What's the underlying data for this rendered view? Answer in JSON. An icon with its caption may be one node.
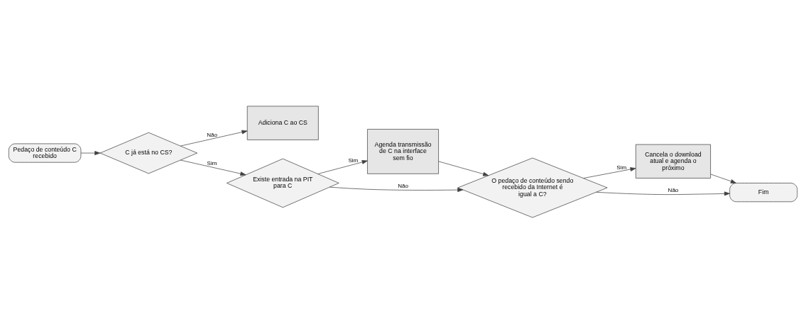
{
  "diagram": {
    "nodes": [
      {
        "text": [
          "Pedaço de conteúdo C recebido"
        ]
      },
      {
        "text": [
          "C já está no CS?"
        ]
      },
      {
        "text": [
          "Adiciona C ao CS"
        ]
      },
      {
        "text": [
          "Existe entrada na PIT para C"
        ]
      },
      {
        "text": [
          "Agenda transmissão de C na interface sem fio"
        ]
      },
      {
        "text": [
          "O pedaço de conteúdo sendo recebido da Internet é igual a C?"
        ]
      },
      {
        "text": [
          "Cancela o download atual e agenda o próximo"
        ]
      },
      {
        "text": [
          "Fim"
        ]
      }
    ],
    "edges": [
      {
        "from": 0,
        "to": 1,
        "arrow": "to"
      },
      {
        "from": 1,
        "to": 2,
        "arrow": "to",
        "label": "Não"
      },
      {
        "from": 1,
        "to": 3,
        "arrow": "to",
        "label": "Sim"
      },
      {
        "from": 3,
        "to": 4,
        "arrow": "to",
        "label": "Sim"
      },
      {
        "from": 3,
        "to": 5,
        "arrow": "to",
        "label": "Não"
      },
      {
        "from": 4,
        "to": 5,
        "arrow": "to"
      },
      {
        "from": 5,
        "to": 6,
        "arrow": "to",
        "label": "Sim"
      },
      {
        "from": 5,
        "to": 7,
        "arrow": "to",
        "label": "Não"
      },
      {
        "from": 6,
        "to": 7,
        "arrow": "to"
      }
    ]
  }
}
